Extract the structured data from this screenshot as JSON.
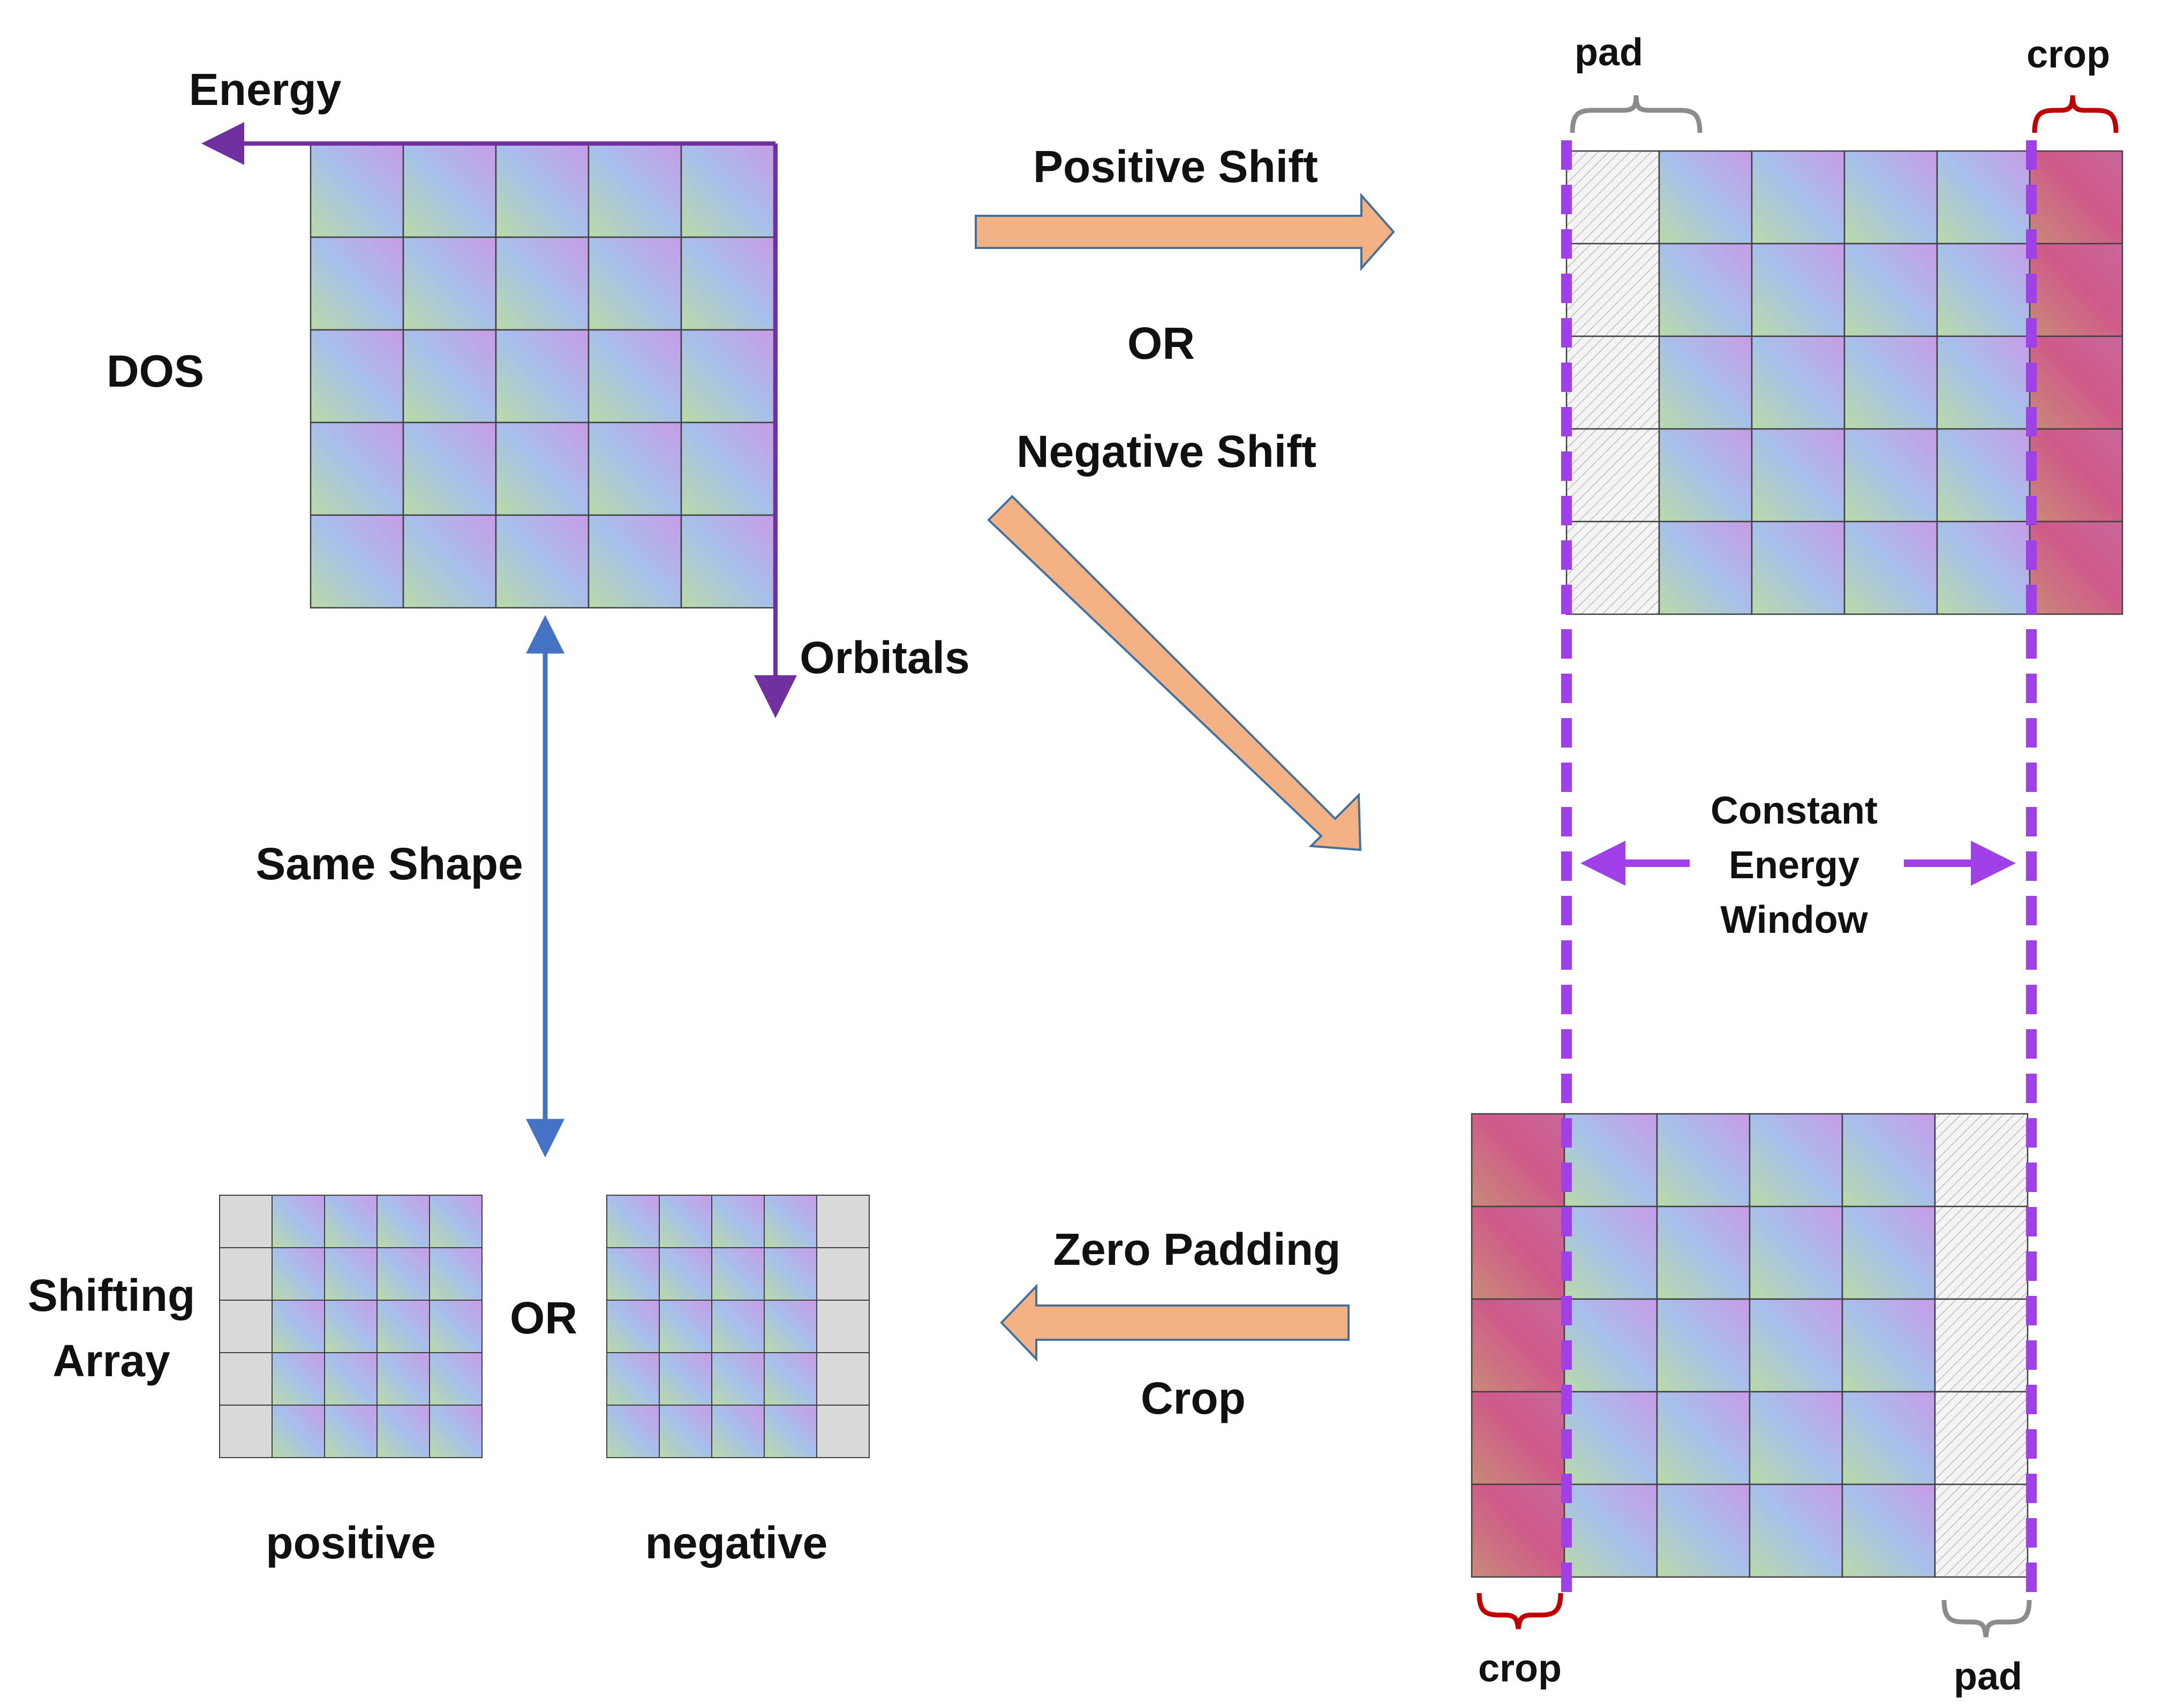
{
  "labels": {
    "energy": "Energy",
    "dos": "DOS",
    "orbitals": "Orbitals",
    "same_shape": "Same Shape",
    "positive_shift": "Positive Shift",
    "or_top": "OR",
    "negative_shift": "Negative Shift",
    "pad_top": "pad",
    "crop_top": "crop",
    "window_line1": "Constant",
    "window_line2": "Energy",
    "window_line3": "Window",
    "zero_padding": "Zero Padding",
    "crop_mid": "Crop",
    "shifting_line1": "Shifting",
    "shifting_line2": "Array",
    "or_bottom": "OR",
    "positive": "positive",
    "negative": "negative",
    "crop_bottom": "crop",
    "pad_bottom": "pad"
  },
  "colors": {
    "energy_axis": "#7030a0",
    "same_shape_arrow": "#4472c4",
    "block_arrow_fill": "#f4b183",
    "block_arrow_stroke": "#41719c",
    "window_line": "#a040e8",
    "crop_brace": "#c00000",
    "pad_brace": "#808080",
    "pad_cell": "#d9d9d9",
    "grid_line": "#404040"
  },
  "grids": {
    "dos": {
      "rows": 5,
      "cols": 5,
      "cells": [
        [
          "g",
          "g",
          "g",
          "g",
          "g"
        ],
        [
          "g",
          "g",
          "g",
          "g",
          "g"
        ],
        [
          "g",
          "g",
          "g",
          "g",
          "g"
        ],
        [
          "g",
          "g",
          "g",
          "g",
          "g"
        ],
        [
          "g",
          "g",
          "g",
          "g",
          "g"
        ]
      ]
    },
    "shifted_positive": {
      "rows": 5,
      "cols": 6,
      "cells": [
        [
          "h",
          "g",
          "g",
          "g",
          "g",
          "r"
        ],
        [
          "h",
          "g",
          "g",
          "g",
          "g",
          "r"
        ],
        [
          "h",
          "g",
          "g",
          "g",
          "g",
          "r"
        ],
        [
          "h",
          "g",
          "g",
          "g",
          "g",
          "r"
        ],
        [
          "h",
          "g",
          "g",
          "g",
          "g",
          "r"
        ]
      ]
    },
    "shifted_negative": {
      "rows": 5,
      "cols": 6,
      "cells": [
        [
          "r",
          "g",
          "g",
          "g",
          "g",
          "h"
        ],
        [
          "r",
          "g",
          "g",
          "g",
          "g",
          "h"
        ],
        [
          "r",
          "g",
          "g",
          "g",
          "g",
          "h"
        ],
        [
          "r",
          "g",
          "g",
          "g",
          "g",
          "h"
        ],
        [
          "r",
          "g",
          "g",
          "g",
          "g",
          "h"
        ]
      ]
    },
    "array_positive": {
      "rows": 5,
      "cols": 5,
      "cells": [
        [
          "z",
          "g",
          "g",
          "g",
          "g"
        ],
        [
          "z",
          "g",
          "g",
          "g",
          "g"
        ],
        [
          "z",
          "g",
          "g",
          "g",
          "g"
        ],
        [
          "z",
          "g",
          "g",
          "g",
          "g"
        ],
        [
          "z",
          "g",
          "g",
          "g",
          "g"
        ]
      ]
    },
    "array_negative": {
      "rows": 5,
      "cols": 5,
      "cells": [
        [
          "g",
          "g",
          "g",
          "g",
          "z"
        ],
        [
          "g",
          "g",
          "g",
          "g",
          "z"
        ],
        [
          "g",
          "g",
          "g",
          "g",
          "z"
        ],
        [
          "g",
          "g",
          "g",
          "g",
          "z"
        ],
        [
          "g",
          "g",
          "g",
          "g",
          "z"
        ]
      ]
    }
  }
}
